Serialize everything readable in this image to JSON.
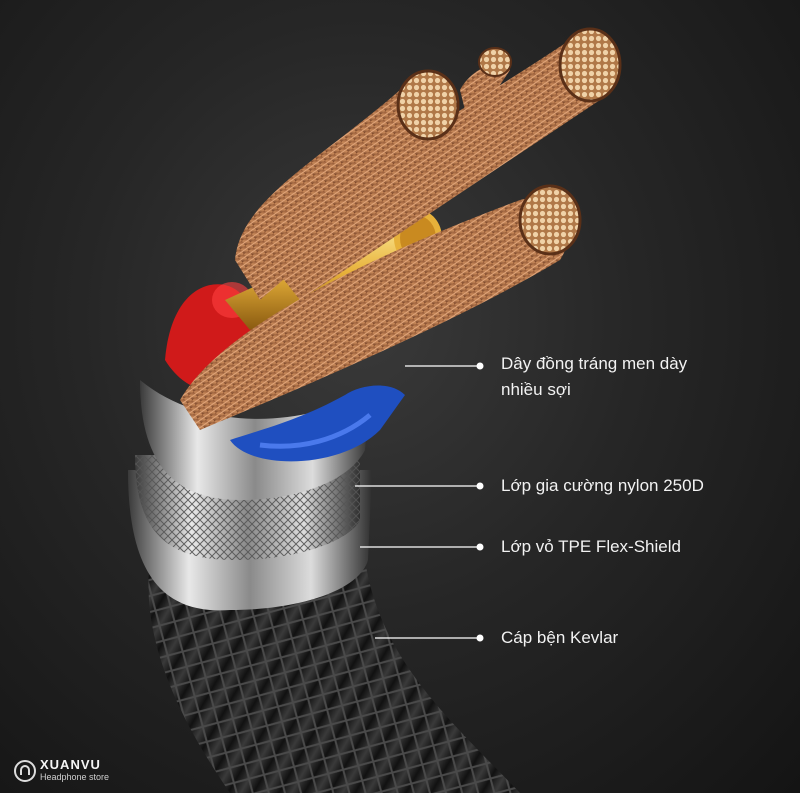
{
  "callouts": [
    {
      "lines": [
        "Dây đồng tráng men dày",
        "nhiều sợi"
      ]
    },
    {
      "lines": [
        "Lớp gia cường nylon 250D"
      ]
    },
    {
      "lines": [
        "Lớp vỏ TPE Flex-Shield"
      ]
    },
    {
      "lines": [
        "Cáp bện Kevlar"
      ]
    }
  ],
  "logo": {
    "brand": "XUANVU",
    "tagline": "Headphone store"
  },
  "colors": {
    "background": "#202020",
    "copper": "#c98a5a",
    "gold": "#e7b13a",
    "red_sheath": "#d01a1a",
    "blue_sheath": "#1f4fc0",
    "metal": "#c9c9c9",
    "braid": "#2a2a2a",
    "text": "#f2f2f2"
  },
  "icons": [
    "headphone-logo-icon"
  ]
}
